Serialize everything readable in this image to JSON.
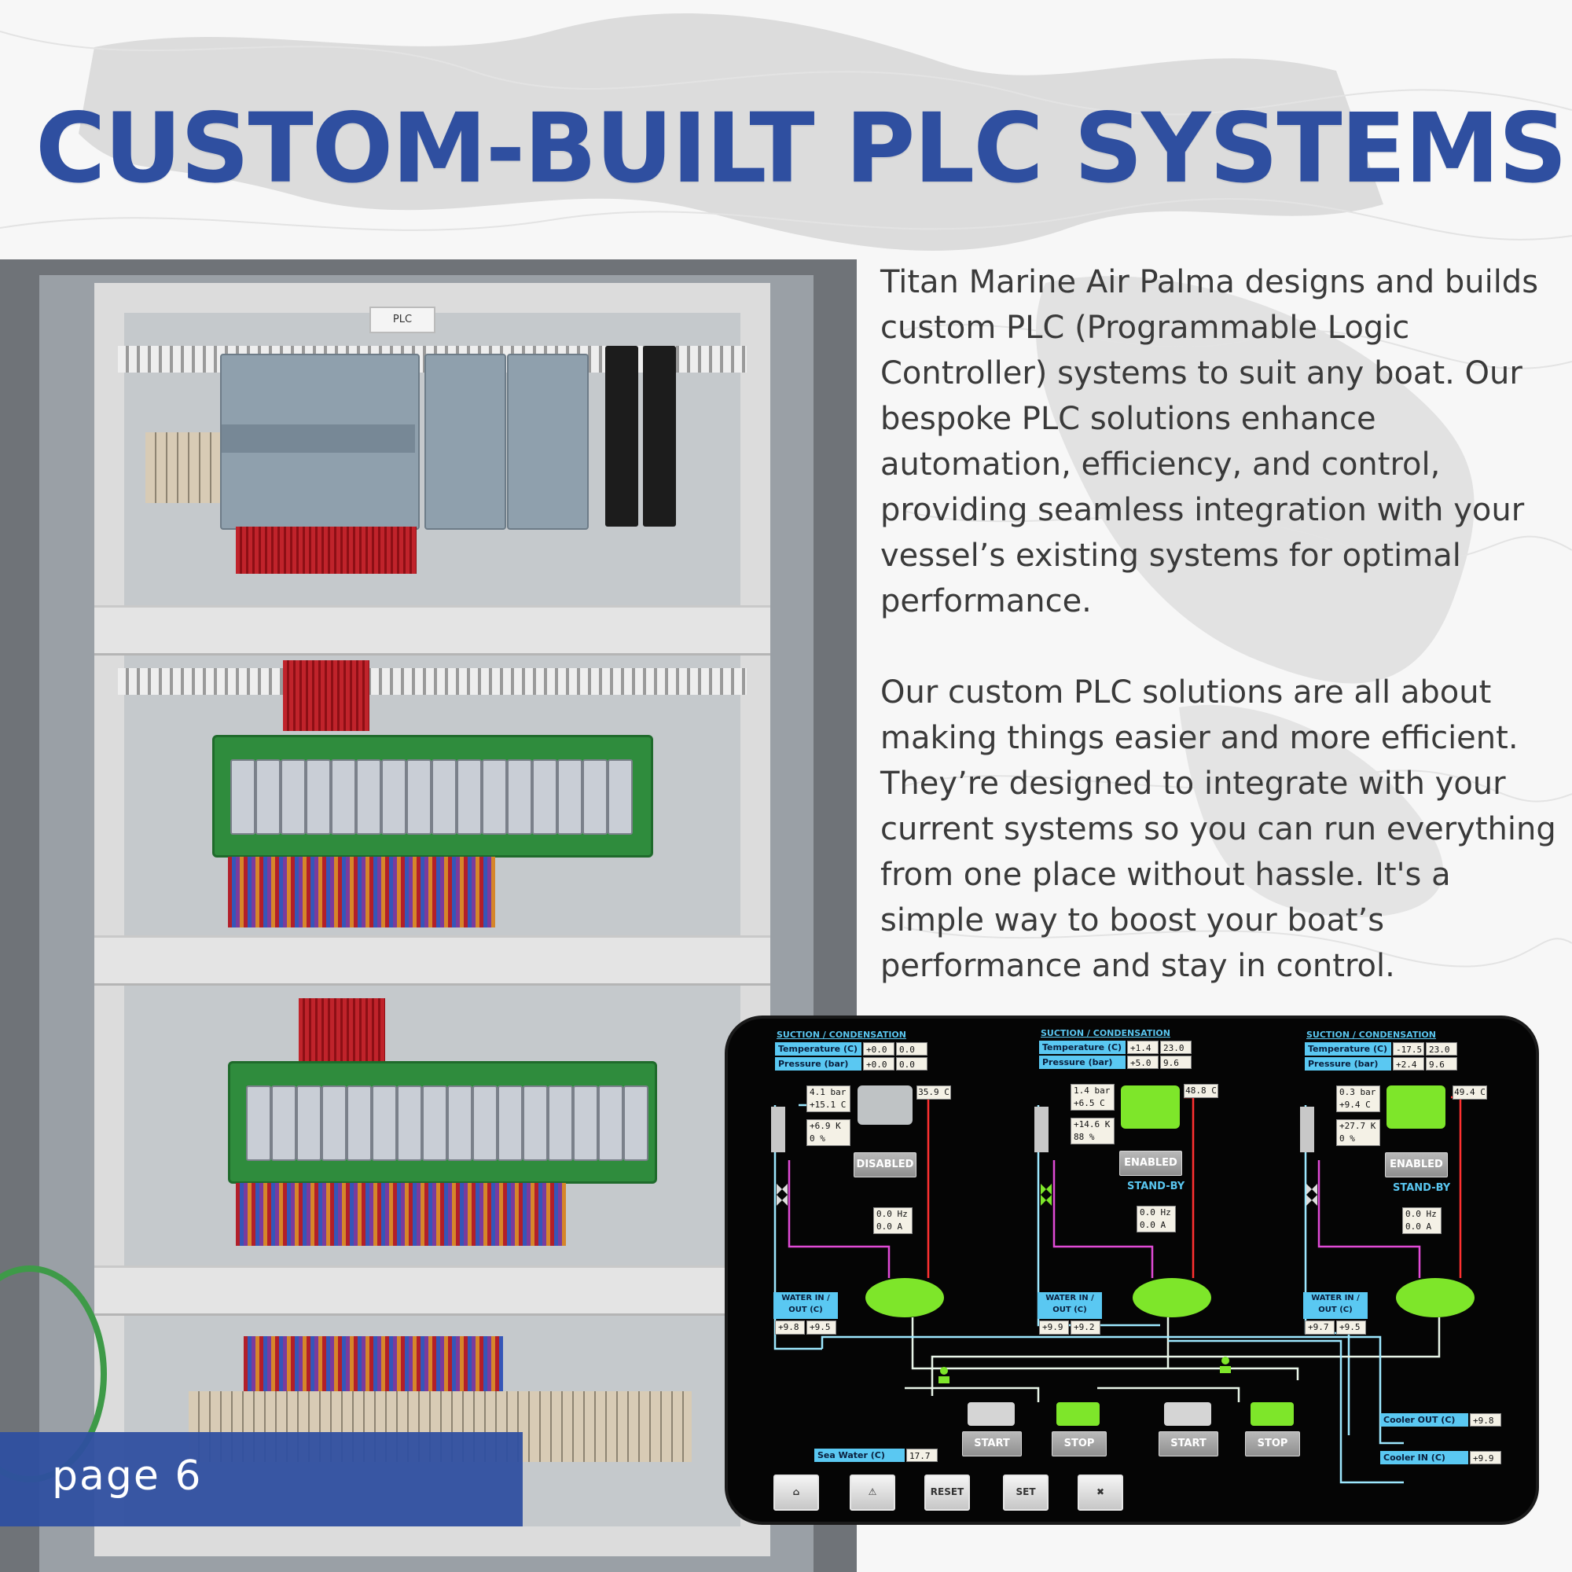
{
  "title": "CUSTOM-BUILT PLC SYSTEMS",
  "paragraphs": [
    "Titan Marine Air Palma designs and builds custom PLC (Programmable Logic Controller) systems to suit any boat. Our bespoke PLC solutions enhance automation, efficiency, and control, providing seamless integration with your vessel’s existing systems for optimal performance.",
    "Our custom PLC solutions are all about making things easier and more efficient. They’re designed to integrate with your current systems so you can run everything from one place without hassle. It's a simple way to boost your boat’s performance and stay in control."
  ],
  "page_label": "page  6",
  "colors": {
    "title": "#2f4fa0",
    "page_band": "#2f4fa0",
    "hmi_accent": "#59c6f0",
    "compressor_green": "#7ee62a"
  },
  "cabinet": {
    "plc_tag": "PLC"
  },
  "hmi": {
    "units": [
      {
        "section": "SUCTION / CONDENSATION",
        "temp_label": "Temperature (C)",
        "temp_a": "+0.0",
        "temp_b": "0.0",
        "press_label": "Pressure (bar)",
        "press_a": "+0.0",
        "press_b": "0.0",
        "suction": [
          "4.1 bar",
          "+15.1 C"
        ],
        "discharge": "35.9 C",
        "superheat": [
          "+6.9 K",
          "0 %"
        ],
        "status": "DISABLED",
        "standby": "",
        "drive": [
          "0.0 Hz",
          "0.0 A"
        ],
        "water_label": "WATER IN / OUT (C)",
        "water_in": "+9.8",
        "water_out": "+9.5"
      },
      {
        "section": "SUCTION / CONDENSATION",
        "temp_label": "Temperature (C)",
        "temp_a": "+1.4",
        "temp_b": "23.0",
        "press_label": "Pressure (bar)",
        "press_a": "+5.0",
        "press_b": "9.6",
        "suction": [
          "1.4 bar",
          "+6.5 C"
        ],
        "discharge": "48.8 C",
        "superheat": [
          "+14.6 K",
          "88 %"
        ],
        "status": "ENABLED",
        "standby": "STAND-BY",
        "drive": [
          "0.0 Hz",
          "0.0 A"
        ],
        "water_label": "WATER IN / OUT (C)",
        "water_in": "+9.9",
        "water_out": "+9.2"
      },
      {
        "section": "SUCTION / CONDENSATION",
        "temp_label": "Temperature (C)",
        "temp_a": "-17.5",
        "temp_b": "23.0",
        "press_label": "Pressure (bar)",
        "press_a": "+2.4",
        "press_b": "9.6",
        "suction": [
          "0.3 bar",
          "+9.4 C"
        ],
        "discharge": "49.4 C",
        "superheat": [
          "+27.7 K",
          "0 %"
        ],
        "status": "ENABLED",
        "standby": "STAND-BY",
        "drive": [
          "0.0 Hz",
          "0.0 A"
        ],
        "water_label": "WATER IN / OUT (C)",
        "water_in": "+9.7",
        "water_out": "+9.5"
      }
    ],
    "pumps": [
      {
        "start": "START",
        "stop": "STOP"
      },
      {
        "start": "START",
        "stop": "STOP"
      }
    ],
    "sea_water_label": "Sea Water (C)",
    "sea_water_value": "17.7",
    "cooler_out_label": "Cooler OUT (C)",
    "cooler_out_value": "+9.8",
    "cooler_in_label": "Cooler IN (C)",
    "cooler_in_value": "+9.9",
    "nav": {
      "home": "home-icon",
      "alarm": "alarm-icon",
      "reset": "RESET",
      "set": "SET",
      "tools": "tools-icon"
    }
  }
}
